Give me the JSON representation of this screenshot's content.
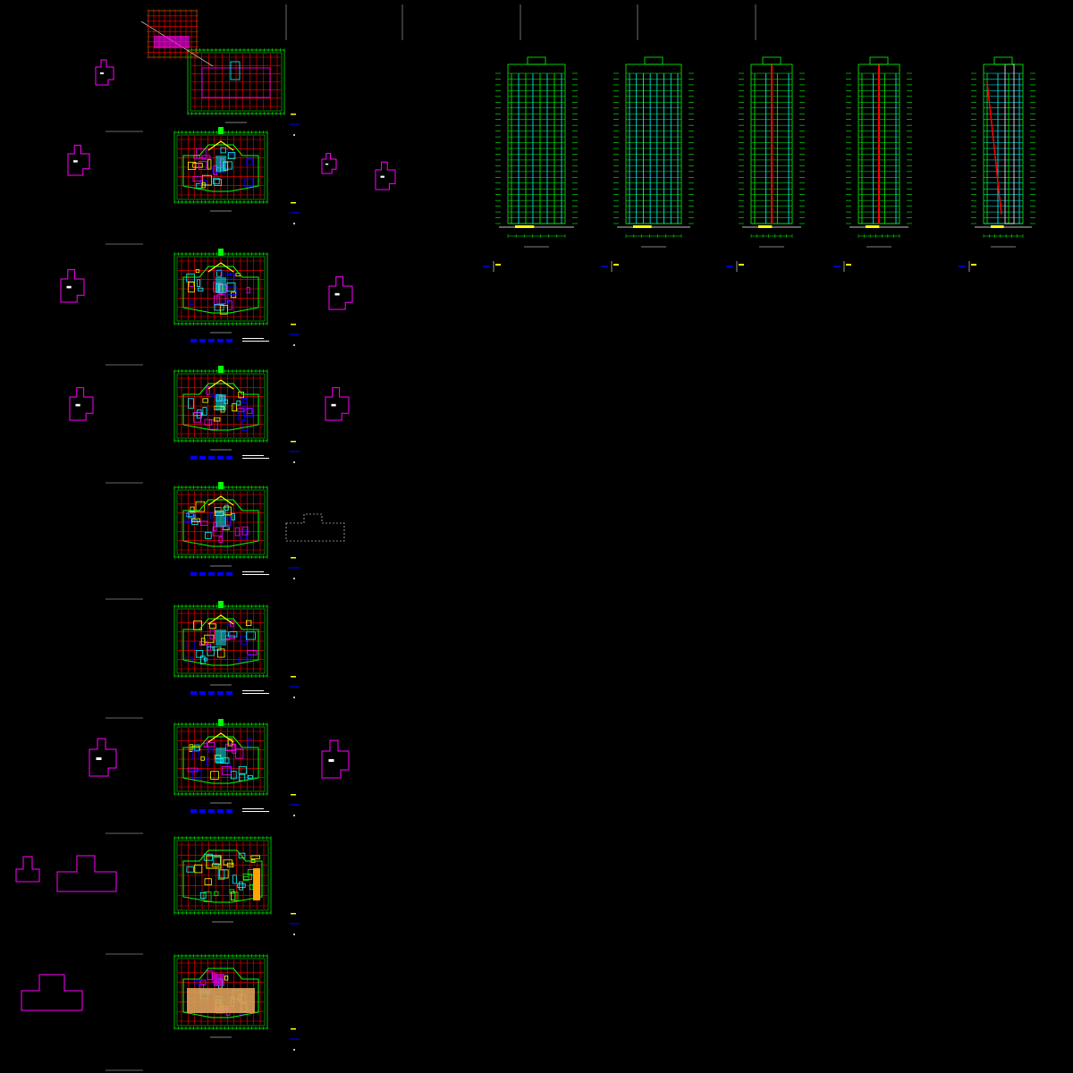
{
  "drawing": {
    "background": "#000000",
    "palette": {
      "grid": "#ff0000",
      "walls": "#00ff00",
      "cyan": "#00ffff",
      "magenta": "#ff00ff",
      "yellow": "#ffff00",
      "blue": "#0000ff",
      "white": "#ffffff",
      "orange": "#ffa500",
      "fill_orange": "#d9a05a",
      "gray": "#888888"
    },
    "floor_plans": [
      {
        "id": "roof-plan",
        "kind": "roof",
        "key_plan": "left"
      },
      {
        "id": "plan-2",
        "kind": "typical",
        "key_plan": "both"
      },
      {
        "id": "plan-3",
        "kind": "typical",
        "key_plan": "both",
        "legend": true
      },
      {
        "id": "plan-4",
        "kind": "typical",
        "key_plan": "both",
        "legend": true
      },
      {
        "id": "plan-5",
        "kind": "typical",
        "key_plan": "dashed",
        "legend": true
      },
      {
        "id": "plan-6",
        "kind": "typical",
        "key_plan": "none",
        "legend": true
      },
      {
        "id": "plan-7",
        "kind": "typical",
        "key_plan": "both",
        "legend": true
      },
      {
        "id": "plan-8",
        "kind": "ground",
        "key_plan": "left-large"
      },
      {
        "id": "plan-9",
        "kind": "basement",
        "key_plan": "left-large"
      }
    ],
    "elevations": [
      {
        "id": "elevation-1",
        "kind": "front"
      },
      {
        "id": "elevation-2",
        "kind": "front-cyan"
      },
      {
        "id": "elevation-3",
        "kind": "side"
      },
      {
        "id": "elevation-4",
        "kind": "side"
      },
      {
        "id": "section-1",
        "kind": "section"
      }
    ]
  }
}
